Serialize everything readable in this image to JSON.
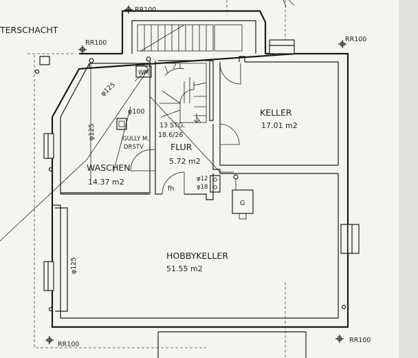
{
  "labels": {
    "schacht": "TERSCHACHT",
    "rr100_top": "RR100",
    "rr100_left": "RR100",
    "rr100_right": "RR100",
    "rr100_bottom_left": "RR100",
    "rr100_bottom_right": "RR100",
    "pipe125_a": "φ125",
    "pipe125_b": "φ125",
    "pipe125_c": "φ125",
    "pipe100": "φ100",
    "wm": "WM",
    "gully1": "GULLY M.",
    "gully2": "DRSTV",
    "stairs1": "13 STG.",
    "stairs2": "18.6/26",
    "fh": "fh",
    "phi12": "φ12",
    "phi18": "φ18",
    "heater": "G"
  },
  "rooms": {
    "keller": {
      "name": "KELLER",
      "area": "17.01 m2"
    },
    "waschen": {
      "name": "WASCHEN",
      "area": "14.37 m2"
    },
    "flur": {
      "name": "FLUR",
      "area": "5.72 m2"
    },
    "hobby": {
      "name": "HOBBYKELLER",
      "area": "51.55 m2"
    }
  }
}
